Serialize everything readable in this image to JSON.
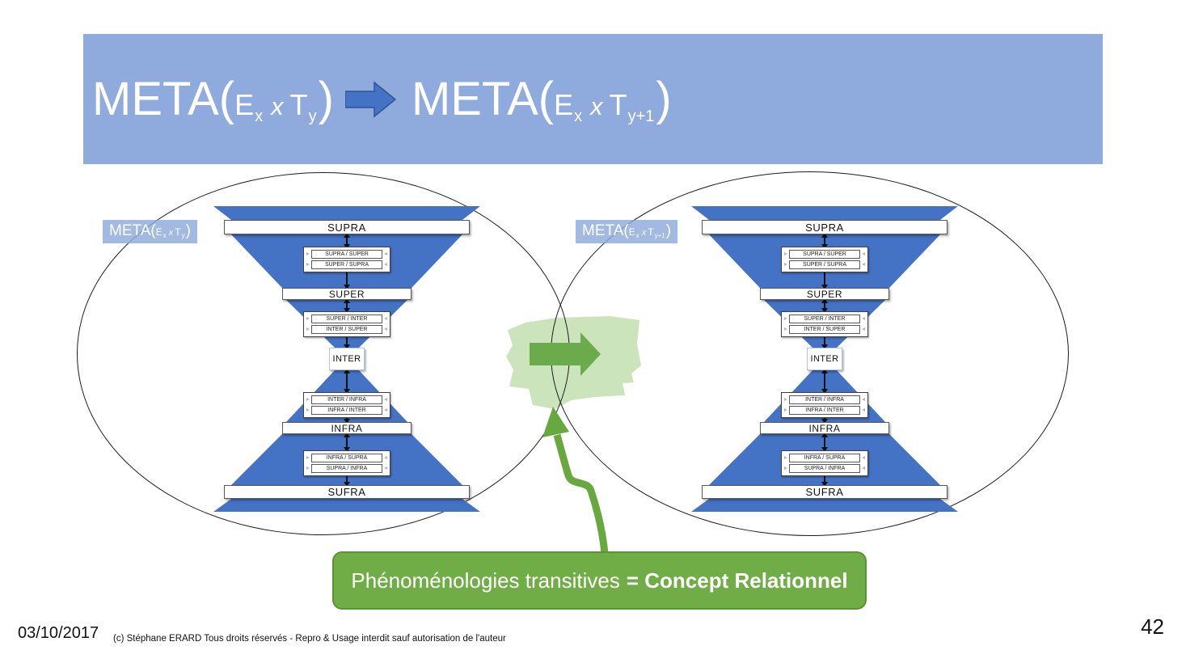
{
  "header": {
    "formula_before": {
      "meta": "META(",
      "entity": "E",
      "entity_sub": "x",
      "operator": "x",
      "term": "T",
      "term_sub": "y",
      "close": ")"
    },
    "formula_after": {
      "meta": "META(",
      "entity": "E",
      "entity_sub": "x",
      "operator": "x",
      "term": "T",
      "term_sub": "y+1",
      "close": ")"
    },
    "arrow_icon": "right-block-arrow"
  },
  "diagrams": {
    "left_badge": {
      "meta": "META(",
      "entity": "E",
      "entity_sub": "x",
      "operator": "x",
      "term": "T",
      "term_sub": "y",
      "close": ")"
    },
    "right_badge": {
      "meta": "META(",
      "entity": "E",
      "entity_sub": "x",
      "operator": "x",
      "term": "T",
      "term_sub": "y+1",
      "close": ")"
    }
  },
  "funnel": {
    "levels": {
      "supra": "SUPRA",
      "super": "SUPER",
      "inter": "INTER",
      "infra": "INFRA",
      "sufra": "SUFRA"
    },
    "links": {
      "supra_super": "SUPRA / SUPER",
      "super_supra": "SUPER / SUPRA",
      "super_inter": "SUPER / INTER",
      "inter_super": "INTER / SUPER",
      "inter_infra": "INTER / INFRA",
      "infra_inter": "INFRA / INTER",
      "infra_supra": "INFRA / SUPRA",
      "supra_infra": "SUPRA / INFRA"
    },
    "connector_icon": "vertical-double-arrow"
  },
  "transition": {
    "arrow_icon": "right-block-arrow",
    "pointer_icon": "curved-up-arrow",
    "highlight": "freeform-green-blob"
  },
  "callout": {
    "text_normal": "Phénoménologies transitives",
    "text_bold": "= Concept Relationnel"
  },
  "footer": {
    "date": "03/10/2017",
    "copyright": "(c) Stéphane ERARD Tous droits réservés - Repro & Usage interdit sauf autorisation de l'auteur",
    "page_number": "42"
  },
  "colors": {
    "header_band": "#8FAADC",
    "diagram_blue": "#4472C4",
    "badge_blue": "#8FAADC",
    "callout_green": "#70AD47",
    "callout_border": "#5A9334",
    "blob_green": "#CBE4BC",
    "arrow_green": "#6CAB4B"
  }
}
